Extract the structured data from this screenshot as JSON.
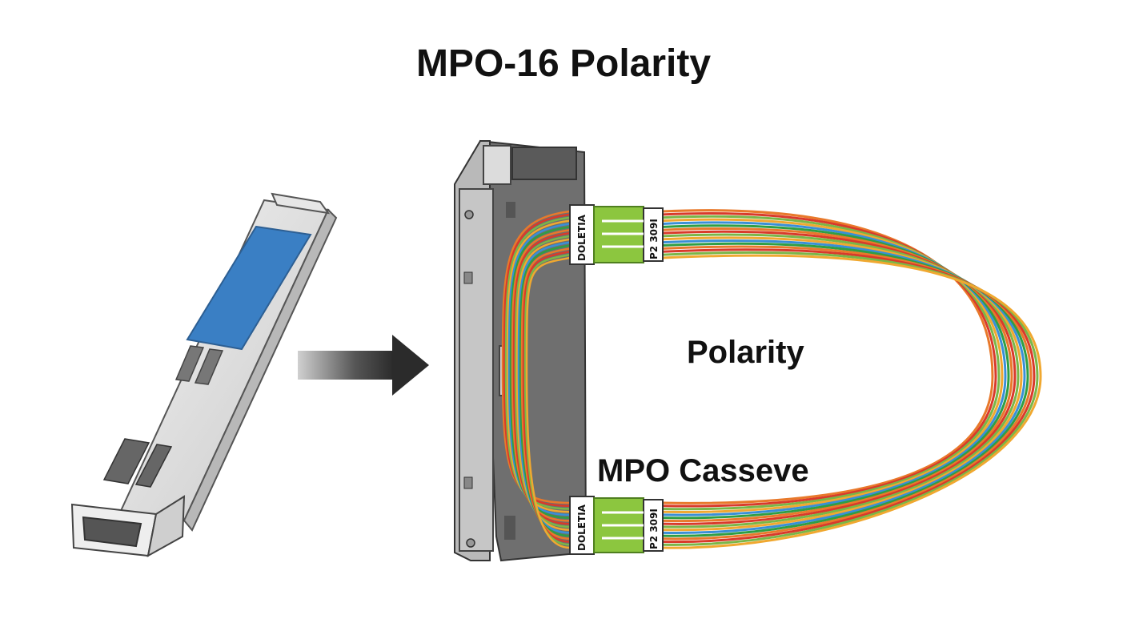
{
  "title": "MPO-16 Polarity",
  "labels": {
    "polarity": "Polarity",
    "cassette": "MPO Casseve"
  },
  "connector_top": {
    "left_tag": "DOLETIA",
    "right_tag": "P2 309I"
  },
  "connector_bottom": {
    "left_tag": "DOLETIA",
    "right_tag": "P2 309I"
  },
  "colors": {
    "transceiver_label": "#3a7fc4",
    "connector_body": "#8cc63f",
    "cassette_body": "#7a7a7a",
    "arrow": "#2b2b2b",
    "fibers": [
      "#e8792b",
      "#d93a2b",
      "#7ab648",
      "#f0a830",
      "#3a8fd6",
      "#2f9e44"
    ]
  },
  "icons": {
    "transceiver": "sfp-transceiver-icon",
    "arrow": "right-arrow-icon",
    "cassette": "mpo-cassette-icon"
  }
}
